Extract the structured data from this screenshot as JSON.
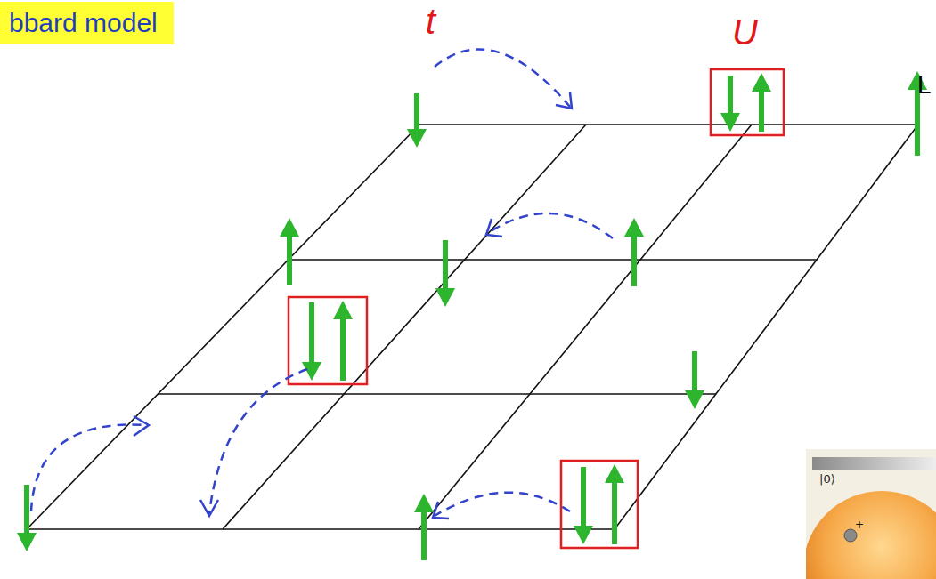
{
  "diagram": {
    "title": "bbard model",
    "labels": [
      "t",
      "U",
      "L",
      "|0⟩",
      "+"
    ]
  }
}
